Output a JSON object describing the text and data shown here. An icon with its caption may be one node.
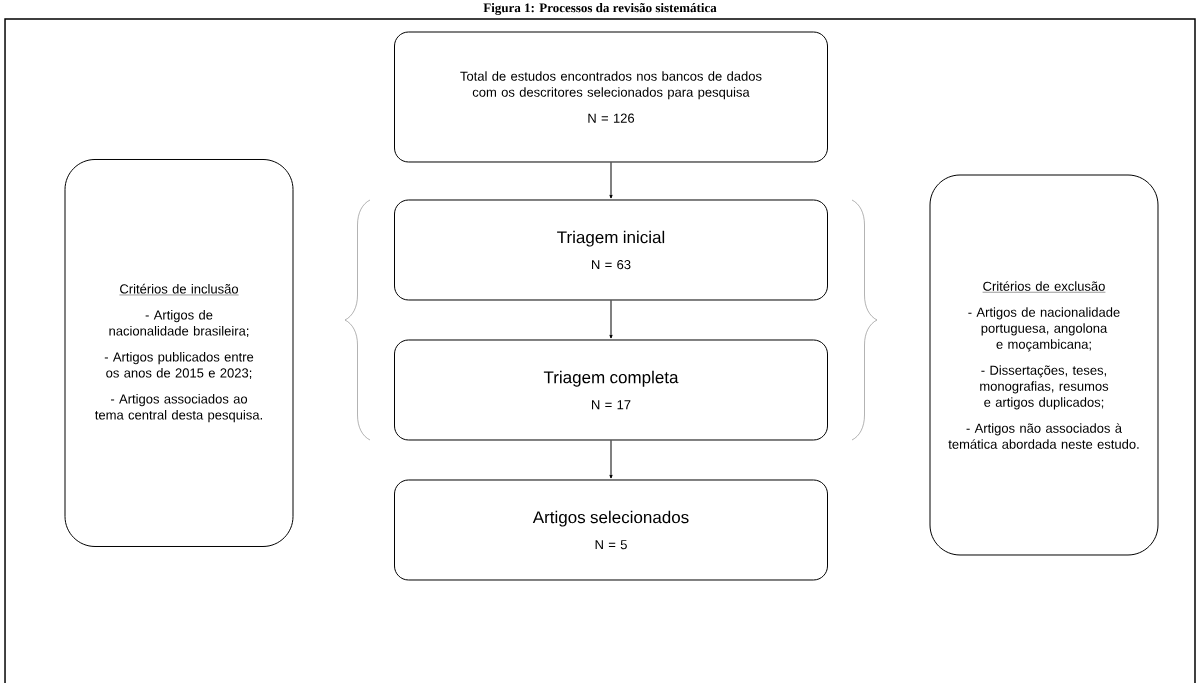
{
  "diagram": {
    "title": "Figura 1: Processos da revisão sistemática",
    "nodes": [
      {
        "text": [
          "Total de estudos encontrados nos bancos de dados com os descritores selecionados para pesquisa",
          "N = 126"
        ]
      },
      {
        "text": [
          "Triagem inicial",
          "N = 63"
        ]
      },
      {
        "text": [
          "Triagem completa",
          "N = 17"
        ]
      },
      {
        "text": [
          "Artigos selecionados",
          "N = 5"
        ]
      },
      {
        "text": [
          "Critérios de inclusão",
          "- Artigos de nacionalidade brasileira;",
          "- Artigos publicados entre os anos de 2015 e 2023;",
          "- Artigos associados ao tema central desta pesquisa."
        ]
      },
      {
        "text": [
          "Critérios de exclusão",
          "- Artigos de nacionalidade portuguesa, angolona e moçambicana;",
          "- Dissertações, teses, monografias, resumos e artigos duplicados;",
          "- Artigos não associados à temática abordada neste estudo."
        ]
      }
    ],
    "edges": [
      {
        "from": 0,
        "to": 1,
        "arrow": "to"
      },
      {
        "from": 1,
        "to": 2,
        "arrow": "to"
      },
      {
        "from": 2,
        "to": 3,
        "arrow": "to"
      }
    ]
  }
}
